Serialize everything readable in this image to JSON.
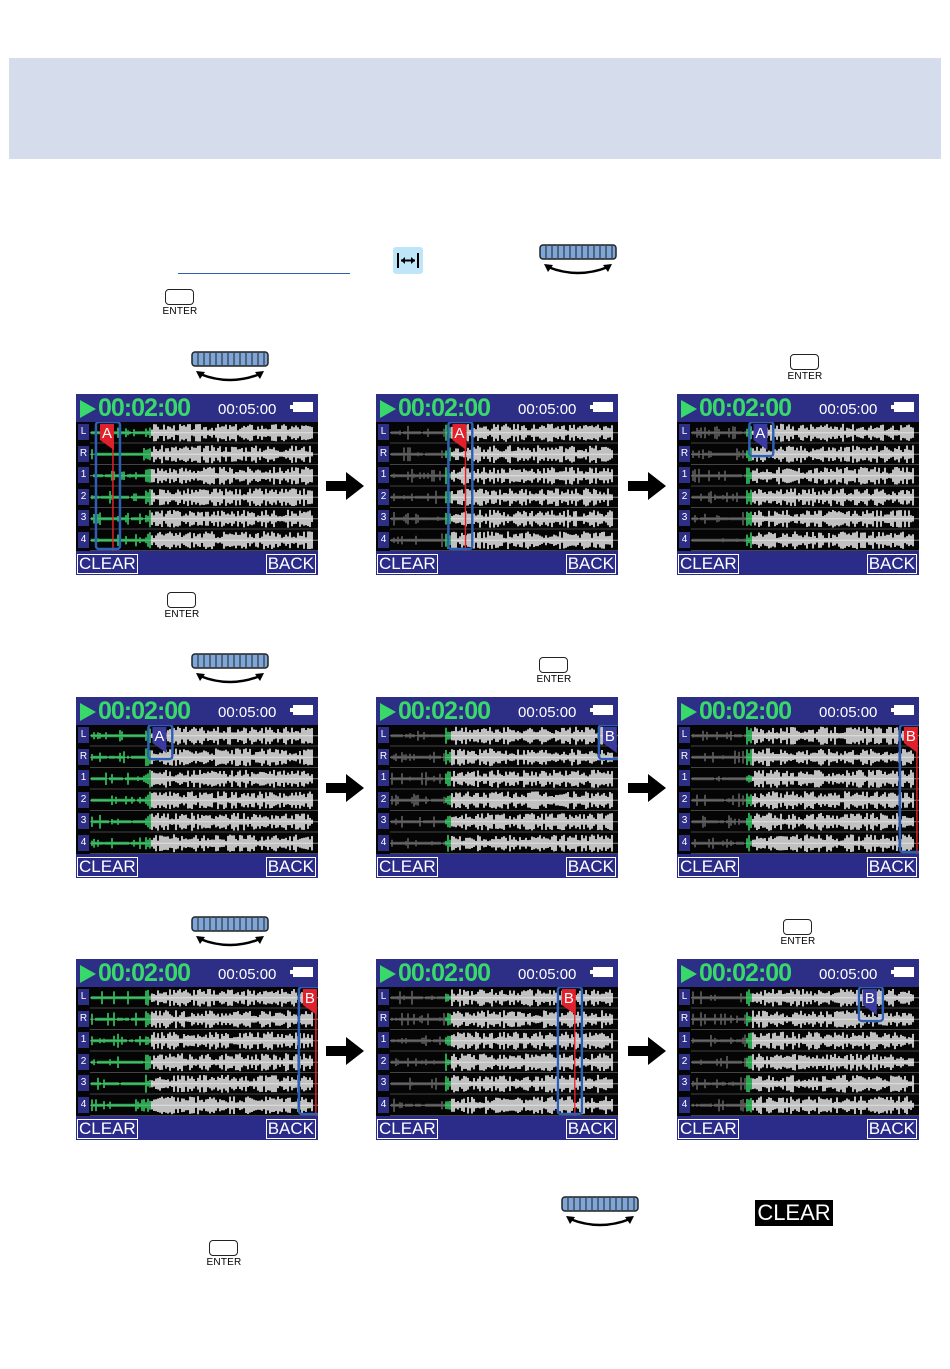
{
  "screens": [
    {
      "time_current": "00:02:00",
      "time_total": "00:05:00",
      "clear_label": "CLEAR",
      "back_label": "BACK",
      "marker": "A",
      "marker_pos": 0.07,
      "marker_style": "red",
      "tracks": [
        "L",
        "R",
        "1",
        "2",
        "3",
        "4"
      ]
    },
    {
      "time_current": "00:02:00",
      "time_total": "00:05:00",
      "clear_label": "CLEAR",
      "back_label": "BACK",
      "marker": "A",
      "marker_pos": 0.3,
      "marker_style": "red",
      "tracks": [
        "L",
        "R",
        "1",
        "2",
        "3",
        "4"
      ]
    },
    {
      "time_current": "00:02:00",
      "time_total": "00:05:00",
      "clear_label": "CLEAR",
      "back_label": "BACK",
      "marker": "A",
      "marker_pos": 0.3,
      "marker_style": "blue",
      "tracks": [
        "L",
        "R",
        "1",
        "2",
        "3",
        "4"
      ]
    },
    {
      "time_current": "00:02:00",
      "time_total": "00:05:00",
      "clear_label": "CLEAR",
      "back_label": "BACK",
      "marker": "A",
      "marker_pos": 0.3,
      "marker_style": "blue",
      "tracks": [
        "L",
        "R",
        "1",
        "2",
        "3",
        "4"
      ]
    },
    {
      "time_current": "00:02:00",
      "time_total": "00:05:00",
      "clear_label": "CLEAR",
      "back_label": "BACK",
      "marker": "B",
      "marker_pos": 0.96,
      "marker_style": "blue",
      "tracks": [
        "L",
        "R",
        "1",
        "2",
        "3",
        "4"
      ]
    },
    {
      "time_current": "00:02:00",
      "time_total": "00:05:00",
      "clear_label": "CLEAR",
      "back_label": "BACK",
      "marker": "B",
      "marker_pos": 0.96,
      "marker_style": "red",
      "tracks": [
        "L",
        "R",
        "1",
        "2",
        "3",
        "4"
      ]
    },
    {
      "time_current": "00:02:00",
      "time_total": "00:05:00",
      "clear_label": "CLEAR",
      "back_label": "BACK",
      "marker": "B",
      "marker_pos": 0.96,
      "marker_style": "red",
      "tracks": [
        "L",
        "R",
        "1",
        "2",
        "3",
        "4"
      ]
    },
    {
      "time_current": "00:02:00",
      "time_total": "00:05:00",
      "clear_label": "CLEAR",
      "back_label": "BACK",
      "marker": "B",
      "marker_pos": 0.78,
      "marker_style": "red",
      "tracks": [
        "L",
        "R",
        "1",
        "2",
        "3",
        "4"
      ]
    },
    {
      "time_current": "00:02:00",
      "time_total": "00:05:00",
      "clear_label": "CLEAR",
      "back_label": "BACK",
      "marker": "B",
      "marker_pos": 0.78,
      "marker_style": "blue",
      "tracks": [
        "L",
        "R",
        "1",
        "2",
        "3",
        "4"
      ]
    }
  ],
  "enter_label": "ENTER",
  "clear_badge": "CLEAR",
  "colors": {
    "header_band": "#d5dcec",
    "screen_bg": "#2a2a8c",
    "time_green": "#39d86a",
    "wave_green": "#39d86a",
    "marker_red": "#e0202a",
    "marker_blue": "#3a3aa0",
    "highlight": "#2f5fb5"
  }
}
